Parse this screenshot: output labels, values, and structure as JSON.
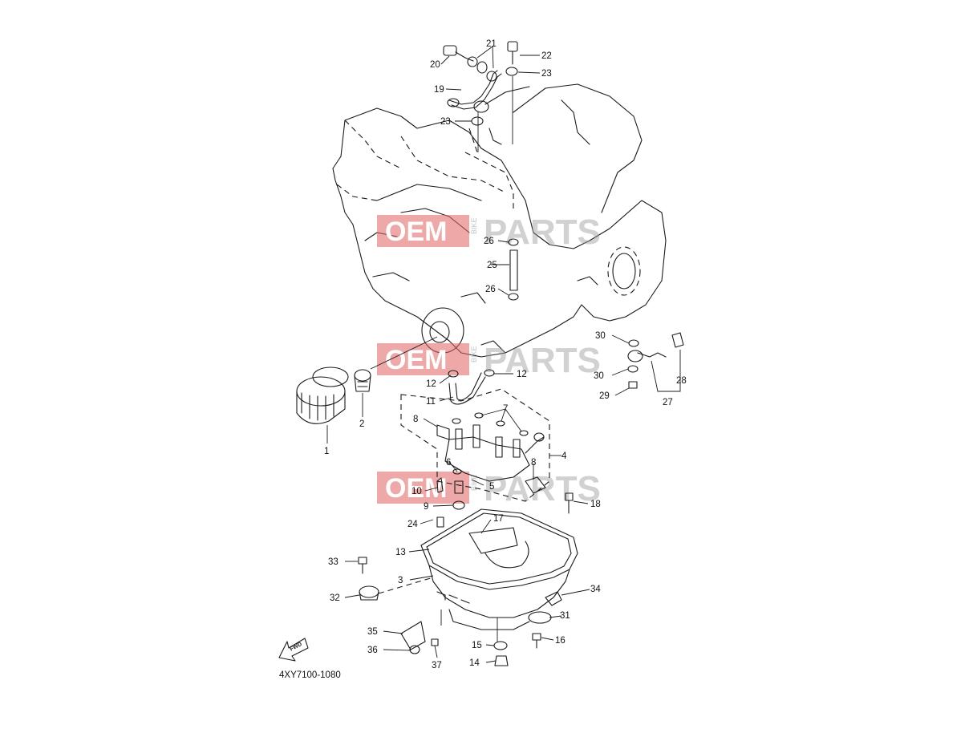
{
  "diagram_code": "4XY7100-1080",
  "fwd_label": "FWD",
  "watermark": {
    "left": "OEM",
    "middle": "BIKE",
    "right": "PARTS"
  },
  "callouts": [
    "1",
    "2",
    "3",
    "4",
    "5",
    "6",
    "7",
    "8",
    "8",
    "9",
    "10",
    "11",
    "12",
    "12",
    "13",
    "14",
    "15",
    "16",
    "17",
    "18",
    "19",
    "20",
    "21",
    "22",
    "23",
    "23",
    "24",
    "25",
    "26",
    "26",
    "27",
    "28",
    "29",
    "30",
    "30",
    "31",
    "32",
    "33",
    "34",
    "35",
    "36",
    "37"
  ]
}
